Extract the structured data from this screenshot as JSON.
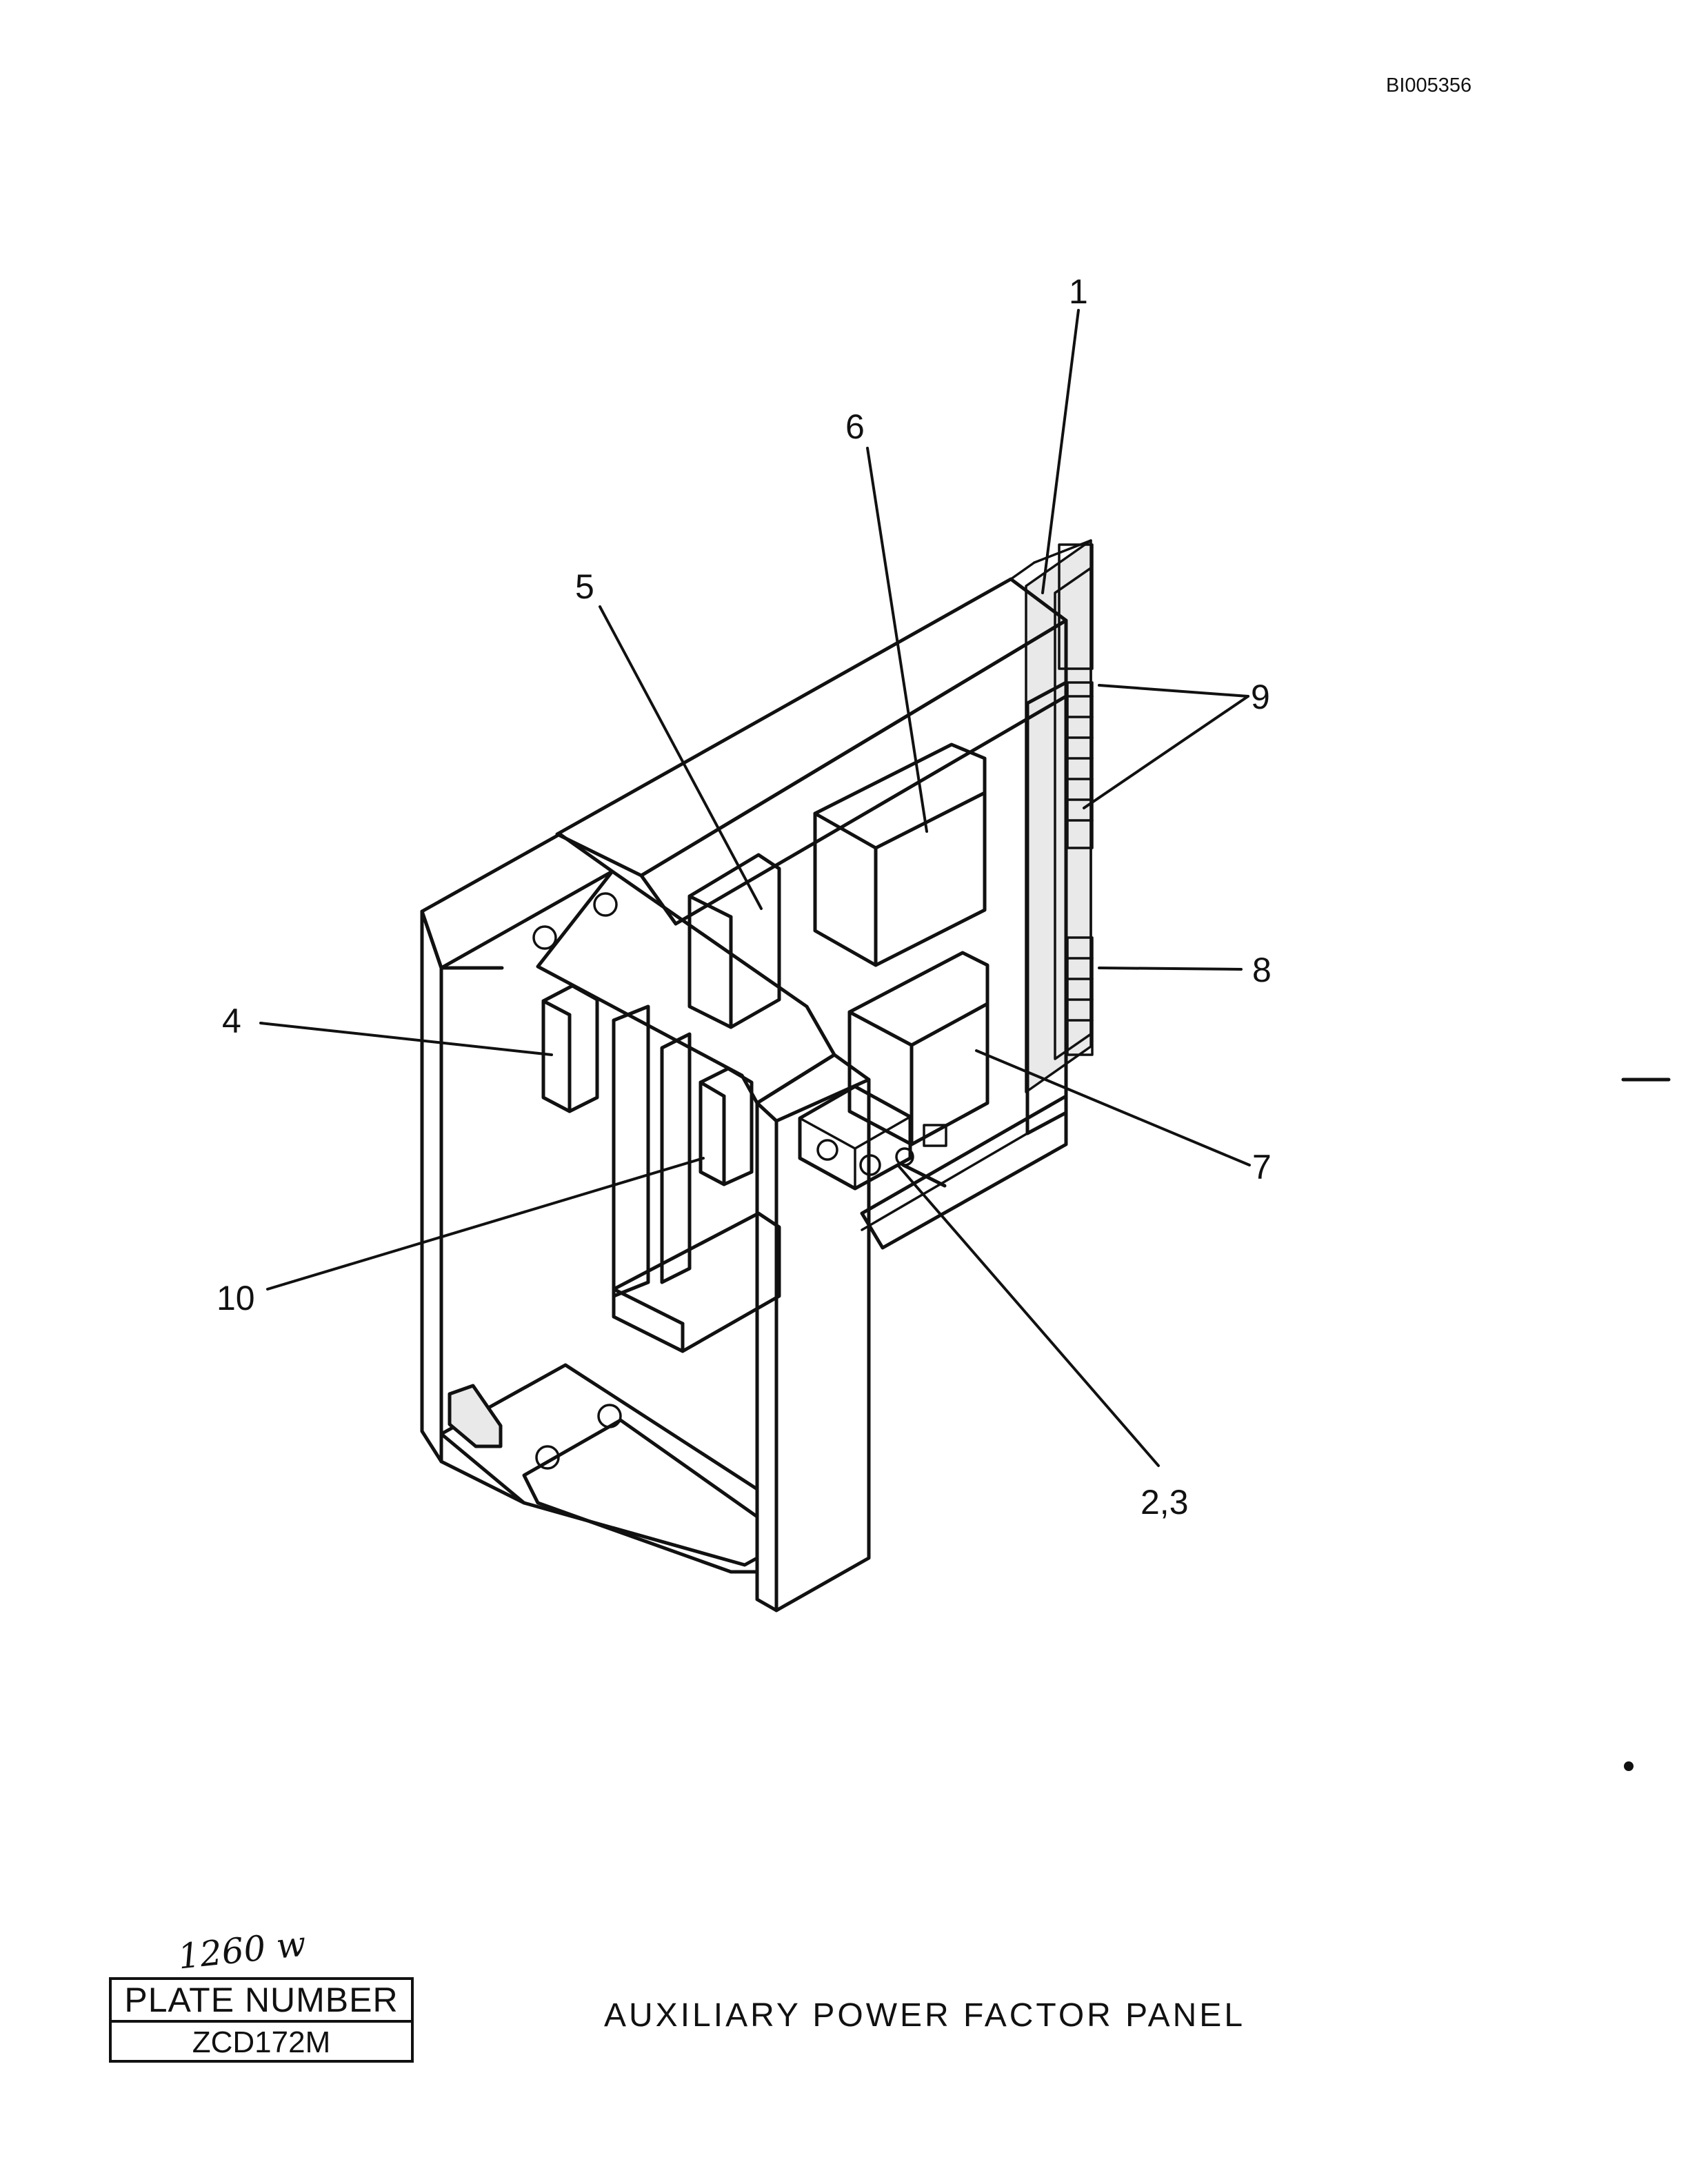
{
  "document": {
    "id": "BI005356",
    "title": "AUXILIARY POWER FACTOR PANEL",
    "plate": {
      "label": "PLATE NUMBER",
      "number": "ZCD172M"
    },
    "handwritten_note": "1260 w"
  },
  "callouts": [
    {
      "key": "c1",
      "text": "1"
    },
    {
      "key": "c6",
      "text": "6"
    },
    {
      "key": "c5",
      "text": "5"
    },
    {
      "key": "c9",
      "text": "9"
    },
    {
      "key": "c8",
      "text": "8"
    },
    {
      "key": "c4",
      "text": "4"
    },
    {
      "key": "c7",
      "text": "7"
    },
    {
      "key": "c10",
      "text": "10"
    },
    {
      "key": "c23",
      "text": "2,3"
    }
  ]
}
